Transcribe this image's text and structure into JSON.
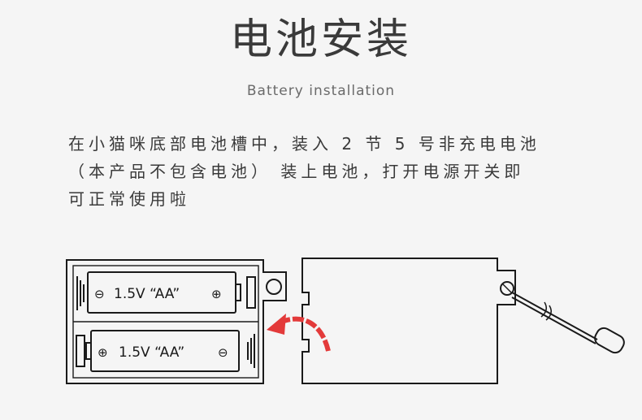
{
  "heading": {
    "title": "电池安装",
    "subtitle": "Battery installation"
  },
  "instructions": {
    "lines": [
      "在小猫咪底部电池槽中，装入 2 节 5 号非充电电池",
      "（本产品不包含电池）  装上电池，打开电源开关即",
      "可正常使用啦"
    ]
  },
  "illustration": {
    "battery_top_label": "1.5V “AA”",
    "battery_bottom_label": "1.5V “AA”",
    "symbol_minus": "⊖",
    "symbol_plus": "⊕",
    "arrow_color": "#e33a3a",
    "line_color": "#1a1a1a"
  }
}
